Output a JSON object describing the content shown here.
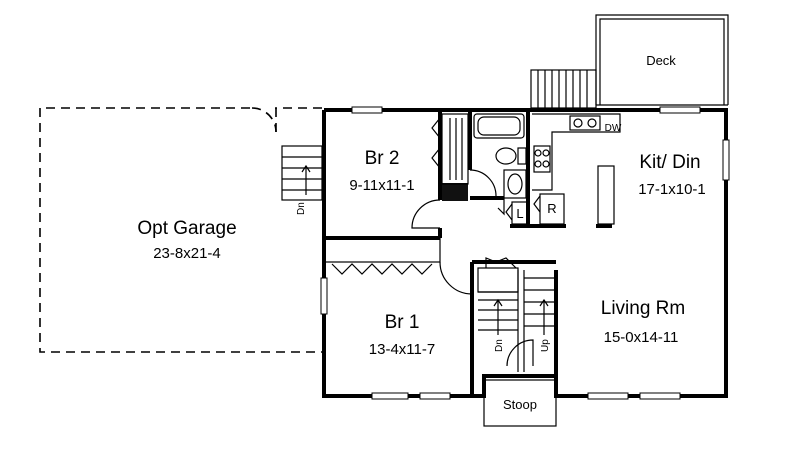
{
  "rooms": {
    "garage": {
      "name": "Opt Garage",
      "dims": "23-8x21-4"
    },
    "br2": {
      "name": "Br 2",
      "dims": "9-11x11-1"
    },
    "br1": {
      "name": "Br 1",
      "dims": "13-4x11-7"
    },
    "kit": {
      "name": "Kit/ Din",
      "dims": "17-1x10-1"
    },
    "living": {
      "name": "Living Rm",
      "dims": "15-0x14-11"
    },
    "deck": {
      "name": "Deck"
    },
    "stoop": {
      "name": "Stoop"
    }
  },
  "fixtures": {
    "dw": "DW",
    "laundry": "L",
    "refrigerator": "R"
  },
  "stairs": {
    "garage_down": "Dn",
    "main_down": "Dn",
    "main_up": "Up"
  }
}
